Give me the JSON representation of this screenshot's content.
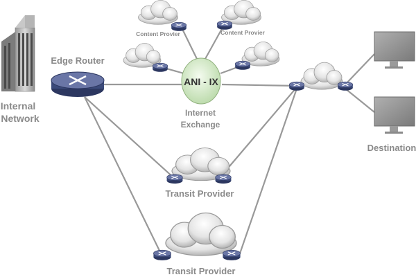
{
  "labels": {
    "internal_network_line1": "Internal",
    "internal_network_line2": "Network",
    "edge_router": "Edge Router",
    "content_provider_1": "Content Provier",
    "content_provider_2": "Content Provier",
    "ix_name": "ANI - IX",
    "ix_caption_line1": "Internet",
    "ix_caption_line2": "Exchange",
    "transit_provider_1": "Transit Provider",
    "transit_provider_2": "Transit Provider",
    "destination": "Destination"
  },
  "icons": {
    "building": "office-building-icon",
    "router": "router-icon",
    "cloud": "cloud-icon",
    "monitor": "monitor-icon"
  },
  "colors": {
    "label_gray": "#8a8a8a",
    "link_gray": "#999999",
    "router_navy": "#3b4a7a",
    "router_top": "#6a76a6",
    "ix_green": "#dff1d4"
  }
}
